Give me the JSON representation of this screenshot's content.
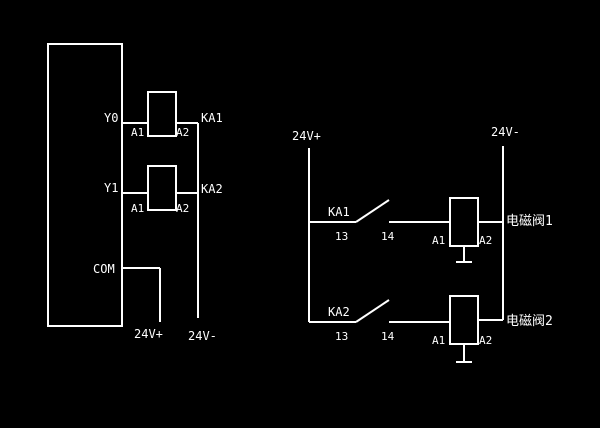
{
  "plc": {
    "y0": "Y0",
    "y1": "Y1",
    "com": "COM",
    "supply_pos": "24V+",
    "supply_neg": "24V-"
  },
  "relays": [
    {
      "name": "KA1",
      "a1": "A1",
      "a2": "A2"
    },
    {
      "name": "KA2",
      "a1": "A1",
      "a2": "A2"
    }
  ],
  "right": {
    "supply_pos": "24V+",
    "supply_neg": "24V-"
  },
  "contacts": [
    {
      "name": "KA1",
      "pin_in": "13",
      "pin_out": "14"
    },
    {
      "name": "KA2",
      "pin_in": "13",
      "pin_out": "14"
    }
  ],
  "valves": [
    {
      "label": "电磁阀1",
      "a1": "A1",
      "a2": "A2"
    },
    {
      "label": "电磁阀2",
      "a1": "A1",
      "a2": "A2"
    }
  ],
  "colors": {
    "background": "#000000",
    "line": "#ffffff"
  }
}
